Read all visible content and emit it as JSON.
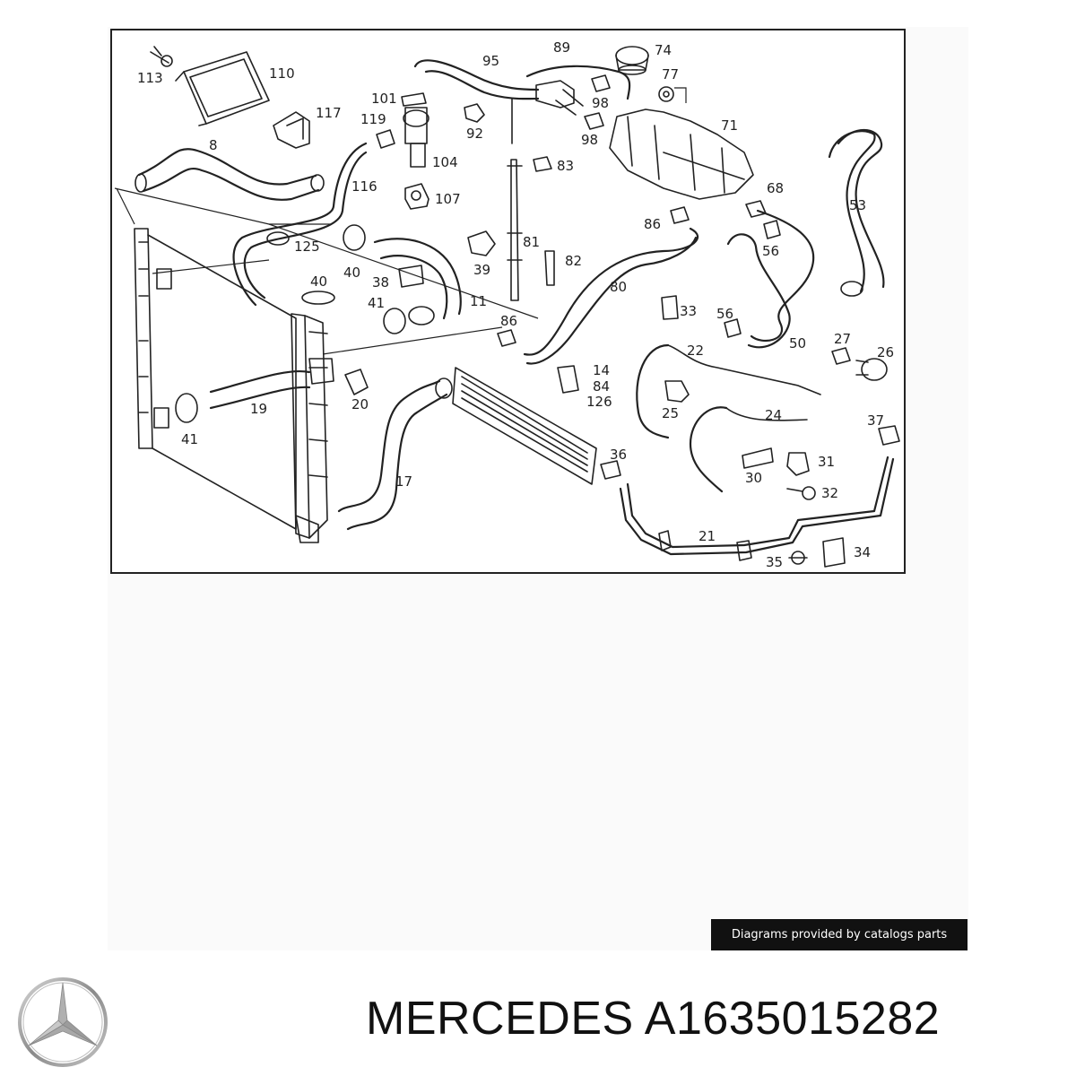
{
  "diagram": {
    "callouts": [
      {
        "id": "c113",
        "text": "113"
      },
      {
        "id": "c110",
        "text": "110"
      },
      {
        "id": "c117",
        "text": "117"
      },
      {
        "id": "c8",
        "text": "8"
      },
      {
        "id": "c101",
        "text": "101"
      },
      {
        "id": "c119",
        "text": "119"
      },
      {
        "id": "c104",
        "text": "104"
      },
      {
        "id": "c116",
        "text": "116"
      },
      {
        "id": "c107",
        "text": "107"
      },
      {
        "id": "c95",
        "text": "95"
      },
      {
        "id": "c89",
        "text": "89"
      },
      {
        "id": "c74",
        "text": "74"
      },
      {
        "id": "c77",
        "text": "77"
      },
      {
        "id": "c98a",
        "text": "98"
      },
      {
        "id": "c98b",
        "text": "98"
      },
      {
        "id": "c92",
        "text": "92"
      },
      {
        "id": "c71",
        "text": "71"
      },
      {
        "id": "c83",
        "text": "83"
      },
      {
        "id": "c68",
        "text": "68"
      },
      {
        "id": "c53",
        "text": "53"
      },
      {
        "id": "c86a",
        "text": "86"
      },
      {
        "id": "c56a",
        "text": "56"
      },
      {
        "id": "c125",
        "text": "125"
      },
      {
        "id": "c40a",
        "text": "40"
      },
      {
        "id": "c81",
        "text": "81"
      },
      {
        "id": "c82",
        "text": "82"
      },
      {
        "id": "c39",
        "text": "39"
      },
      {
        "id": "c40b",
        "text": "40"
      },
      {
        "id": "c38",
        "text": "38"
      },
      {
        "id": "c41a",
        "text": "41"
      },
      {
        "id": "c11",
        "text": "11"
      },
      {
        "id": "c80",
        "text": "80"
      },
      {
        "id": "c33",
        "text": "33"
      },
      {
        "id": "c56b",
        "text": "56"
      },
      {
        "id": "c86b",
        "text": "86"
      },
      {
        "id": "c50",
        "text": "50"
      },
      {
        "id": "c27",
        "text": "27"
      },
      {
        "id": "c26",
        "text": "26"
      },
      {
        "id": "c22",
        "text": "22"
      },
      {
        "id": "c14",
        "text": "14"
      },
      {
        "id": "c84",
        "text": "84"
      },
      {
        "id": "c126",
        "text": "126"
      },
      {
        "id": "c19",
        "text": "19"
      },
      {
        "id": "c20",
        "text": "20"
      },
      {
        "id": "c25",
        "text": "25"
      },
      {
        "id": "c24",
        "text": "24"
      },
      {
        "id": "c37",
        "text": "37"
      },
      {
        "id": "c41b",
        "text": "41"
      },
      {
        "id": "c36",
        "text": "36"
      },
      {
        "id": "c31",
        "text": "31"
      },
      {
        "id": "c30",
        "text": "30"
      },
      {
        "id": "c32",
        "text": "32"
      },
      {
        "id": "c17",
        "text": "17"
      },
      {
        "id": "c21",
        "text": "21"
      },
      {
        "id": "c35",
        "text": "35"
      },
      {
        "id": "c34",
        "text": "34"
      }
    ]
  },
  "credit_text": "Diagrams provided by catalogs parts",
  "brand": {
    "logo_icon": "mercedes-star-icon",
    "title": "MERCEDES A1635015282"
  },
  "colors": {
    "credit_bg": "#111111",
    "line": "#222222"
  }
}
